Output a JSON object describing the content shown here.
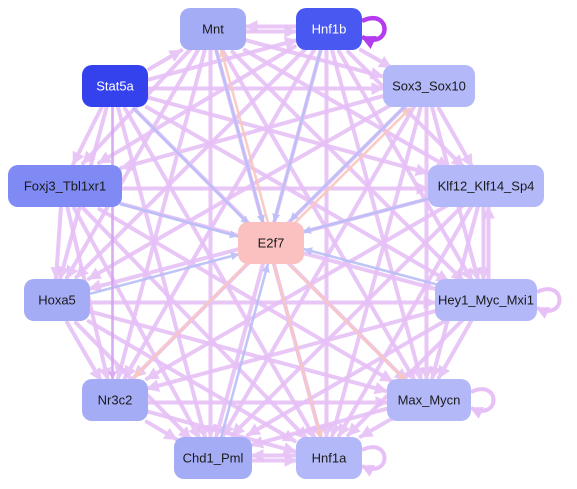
{
  "nodes": [
    {
      "id": "mnt",
      "label": "Mnt",
      "fill": "#a5acf6",
      "text": "#1a1a1a"
    },
    {
      "id": "hnf1b",
      "label": "Hnf1b",
      "fill": "#4a58f2",
      "text": "#ffffff"
    },
    {
      "id": "stat5a",
      "label": "Stat5a",
      "fill": "#3442ee",
      "text": "#ffffff"
    },
    {
      "id": "sox3-sox10",
      "label": "Sox3_Sox10",
      "fill": "#b3b9f8",
      "text": "#1a1a1a"
    },
    {
      "id": "foxj3-tbl1xr1",
      "label": "Foxj3_Tbl1xr1",
      "fill": "#7f8af4",
      "text": "#1a1a1a"
    },
    {
      "id": "klf12-klf14-sp4",
      "label": "Klf12_Klf14_Sp4",
      "fill": "#b3b9f8",
      "text": "#1a1a1a"
    },
    {
      "id": "e2f7",
      "label": "E2f7",
      "fill": "#fbc0c0",
      "text": "#1a1a1a"
    },
    {
      "id": "hoxa5",
      "label": "Hoxa5",
      "fill": "#a5acf6",
      "text": "#1a1a1a"
    },
    {
      "id": "hey1-myc-mxi1",
      "label": "Hey1_Myc_Mxi1",
      "fill": "#b3b9f8",
      "text": "#1a1a1a"
    },
    {
      "id": "nr3c2",
      "label": "Nr3c2",
      "fill": "#a5acf6",
      "text": "#1a1a1a"
    },
    {
      "id": "max-mycn",
      "label": "Max_Mycn",
      "fill": "#b3b9f8",
      "text": "#1a1a1a"
    },
    {
      "id": "chd1-pml",
      "label": "Chd1_Pml",
      "fill": "#a5acf6",
      "text": "#1a1a1a"
    },
    {
      "id": "hnf1a",
      "label": "Hnf1a",
      "fill": "#b3b9f8",
      "text": "#1a1a1a"
    }
  ],
  "edges": [
    {
      "from": "stat5a",
      "to": "e2f7",
      "color": "#b9bff6"
    },
    {
      "from": "foxj3-tbl1xr1",
      "to": "e2f7",
      "color": "#b9bff6"
    },
    {
      "from": "hoxa5",
      "to": "e2f7",
      "color": "#b9bff6"
    },
    {
      "from": "mnt",
      "to": "e2f7",
      "color": "#b9bff6"
    },
    {
      "from": "hnf1b",
      "to": "e2f7",
      "color": "#b9bff6"
    },
    {
      "from": "sox3-sox10",
      "to": "e2f7",
      "color": "#b9bff6"
    },
    {
      "from": "klf12-klf14-sp4",
      "to": "e2f7",
      "color": "#b9bff6"
    },
    {
      "from": "hey1-myc-mxi1",
      "to": "e2f7",
      "color": "#b9bff6"
    },
    {
      "from": "chd1-pml",
      "to": "e2f7",
      "color": "#b9bff6"
    },
    {
      "from": "e2f7",
      "to": "hnf1a",
      "color": "#f8c8c0"
    },
    {
      "from": "e2f7",
      "to": "max-mycn",
      "color": "#f8c8c0"
    },
    {
      "from": "e2f7",
      "to": "nr3c2",
      "color": "#f8c8c0"
    },
    {
      "from": "e2f7",
      "to": "mnt",
      "color": "#f8c8c0"
    },
    {
      "from": "e2f7",
      "to": "sox3-sox10",
      "color": "#f8c8c0"
    },
    {
      "from": "mnt",
      "to": "hnf1b",
      "color": "#e6c0f6"
    },
    {
      "from": "hnf1b",
      "to": "mnt",
      "color": "#e6c0f6"
    },
    {
      "from": "mnt",
      "to": "sox3-sox10",
      "color": "#e6c0f6"
    },
    {
      "from": "mnt",
      "to": "foxj3-tbl1xr1",
      "color": "#e6c0f6"
    },
    {
      "from": "mnt",
      "to": "klf12-klf14-sp4",
      "color": "#e6c0f6"
    },
    {
      "from": "mnt",
      "to": "hoxa5",
      "color": "#e6c0f6"
    },
    {
      "from": "mnt",
      "to": "hey1-myc-mxi1",
      "color": "#e6c0f6"
    },
    {
      "from": "mnt",
      "to": "nr3c2",
      "color": "#e6c0f6"
    },
    {
      "from": "mnt",
      "to": "max-mycn",
      "color": "#e6c0f6"
    },
    {
      "from": "mnt",
      "to": "chd1-pml",
      "color": "#e6c0f6"
    },
    {
      "from": "mnt",
      "to": "hnf1a",
      "color": "#e6c0f6"
    },
    {
      "from": "hnf1b",
      "to": "sox3-sox10",
      "color": "#e6c0f6"
    },
    {
      "from": "hnf1b",
      "to": "foxj3-tbl1xr1",
      "color": "#e6c0f6"
    },
    {
      "from": "hnf1b",
      "to": "klf12-klf14-sp4",
      "color": "#e6c0f6"
    },
    {
      "from": "hnf1b",
      "to": "hoxa5",
      "color": "#e6c0f6"
    },
    {
      "from": "hnf1b",
      "to": "hey1-myc-mxi1",
      "color": "#e6c0f6"
    },
    {
      "from": "hnf1b",
      "to": "nr3c2",
      "color": "#e6c0f6"
    },
    {
      "from": "hnf1b",
      "to": "max-mycn",
      "color": "#e6c0f6"
    },
    {
      "from": "hnf1b",
      "to": "chd1-pml",
      "color": "#e6c0f6"
    },
    {
      "from": "hnf1b",
      "to": "hnf1a",
      "color": "#e6c0f6"
    },
    {
      "from": "stat5a",
      "to": "mnt",
      "color": "#e6c0f6"
    },
    {
      "from": "stat5a",
      "to": "hnf1b",
      "color": "#e6c0f6"
    },
    {
      "from": "stat5a",
      "to": "foxj3-tbl1xr1",
      "color": "#e6c0f6"
    },
    {
      "from": "stat5a",
      "to": "hoxa5",
      "color": "#e6c0f6"
    },
    {
      "from": "stat5a",
      "to": "nr3c2",
      "color": "#d4a2f2"
    },
    {
      "from": "stat5a",
      "to": "chd1-pml",
      "color": "#e6c0f6"
    },
    {
      "from": "stat5a",
      "to": "hnf1a",
      "color": "#e6c0f6"
    },
    {
      "from": "stat5a",
      "to": "max-mycn",
      "color": "#e6c0f6"
    },
    {
      "from": "stat5a",
      "to": "hey1-myc-mxi1",
      "color": "#e6c0f6"
    },
    {
      "from": "stat5a",
      "to": "klf12-klf14-sp4",
      "color": "#e6c0f6"
    },
    {
      "from": "stat5a",
      "to": "sox3-sox10",
      "color": "#e6c0f6"
    },
    {
      "from": "sox3-sox10",
      "to": "klf12-klf14-sp4",
      "color": "#e6c0f6"
    },
    {
      "from": "sox3-sox10",
      "to": "hey1-myc-mxi1",
      "color": "#e6c0f6"
    },
    {
      "from": "sox3-sox10",
      "to": "max-mycn",
      "color": "#e6c0f6"
    },
    {
      "from": "sox3-sox10",
      "to": "hnf1a",
      "color": "#e6c0f6"
    },
    {
      "from": "sox3-sox10",
      "to": "chd1-pml",
      "color": "#e6c0f6"
    },
    {
      "from": "sox3-sox10",
      "to": "nr3c2",
      "color": "#e6c0f6"
    },
    {
      "from": "sox3-sox10",
      "to": "hoxa5",
      "color": "#e6c0f6"
    },
    {
      "from": "sox3-sox10",
      "to": "foxj3-tbl1xr1",
      "color": "#e6c0f6"
    },
    {
      "from": "foxj3-tbl1xr1",
      "to": "hoxa5",
      "color": "#e6c0f6"
    },
    {
      "from": "foxj3-tbl1xr1",
      "to": "nr3c2",
      "color": "#e6c0f6"
    },
    {
      "from": "foxj3-tbl1xr1",
      "to": "chd1-pml",
      "color": "#e6c0f6"
    },
    {
      "from": "foxj3-tbl1xr1",
      "to": "hnf1a",
      "color": "#e6c0f6"
    },
    {
      "from": "foxj3-tbl1xr1",
      "to": "max-mycn",
      "color": "#e6c0f6"
    },
    {
      "from": "foxj3-tbl1xr1",
      "to": "hey1-myc-mxi1",
      "color": "#e6c0f6"
    },
    {
      "from": "foxj3-tbl1xr1",
      "to": "klf12-klf14-sp4",
      "color": "#e6c0f6"
    },
    {
      "from": "klf12-klf14-sp4",
      "to": "hey1-myc-mxi1",
      "color": "#e6c0f6"
    },
    {
      "from": "hey1-myc-mxi1",
      "to": "klf12-klf14-sp4",
      "color": "#e6c0f6"
    },
    {
      "from": "klf12-klf14-sp4",
      "to": "max-mycn",
      "color": "#e6c0f6"
    },
    {
      "from": "klf12-klf14-sp4",
      "to": "hnf1a",
      "color": "#e6c0f6"
    },
    {
      "from": "klf12-klf14-sp4",
      "to": "chd1-pml",
      "color": "#e6c0f6"
    },
    {
      "from": "klf12-klf14-sp4",
      "to": "nr3c2",
      "color": "#e6c0f6"
    },
    {
      "from": "klf12-klf14-sp4",
      "to": "hoxa5",
      "color": "#e6c0f6"
    },
    {
      "from": "hoxa5",
      "to": "nr3c2",
      "color": "#e6c0f6"
    },
    {
      "from": "hoxa5",
      "to": "chd1-pml",
      "color": "#e6c0f6"
    },
    {
      "from": "hoxa5",
      "to": "hnf1a",
      "color": "#e6c0f6"
    },
    {
      "from": "hoxa5",
      "to": "max-mycn",
      "color": "#e6c0f6"
    },
    {
      "from": "hoxa5",
      "to": "hey1-myc-mxi1",
      "color": "#e6c0f6"
    },
    {
      "from": "hey1-myc-mxi1",
      "to": "max-mycn",
      "color": "#e6c0f6"
    },
    {
      "from": "hey1-myc-mxi1",
      "to": "hnf1a",
      "color": "#e6c0f6"
    },
    {
      "from": "hey1-myc-mxi1",
      "to": "chd1-pml",
      "color": "#e6c0f6"
    },
    {
      "from": "hey1-myc-mxi1",
      "to": "nr3c2",
      "color": "#e6c0f6"
    },
    {
      "from": "nr3c2",
      "to": "max-mycn",
      "color": "#e6c0f6"
    },
    {
      "from": "nr3c2",
      "to": "hnf1a",
      "color": "#e6c0f6"
    },
    {
      "from": "nr3c2",
      "to": "chd1-pml",
      "color": "#e6c0f6"
    },
    {
      "from": "max-mycn",
      "to": "hnf1a",
      "color": "#e6c0f6"
    },
    {
      "from": "max-mycn",
      "to": "chd1-pml",
      "color": "#e6c0f6"
    },
    {
      "from": "chd1-pml",
      "to": "hnf1a",
      "color": "#e6c0f6"
    },
    {
      "from": "hnf1a",
      "to": "chd1-pml",
      "color": "#e6c0f6"
    }
  ],
  "self_loops": [
    {
      "node": "hnf1b",
      "color": "#b43cf0"
    },
    {
      "node": "hey1-myc-mxi1",
      "color": "#e6c0f6"
    },
    {
      "node": "max-mycn",
      "color": "#e6c0f6"
    },
    {
      "node": "hnf1a",
      "color": "#e6c0f6"
    }
  ]
}
